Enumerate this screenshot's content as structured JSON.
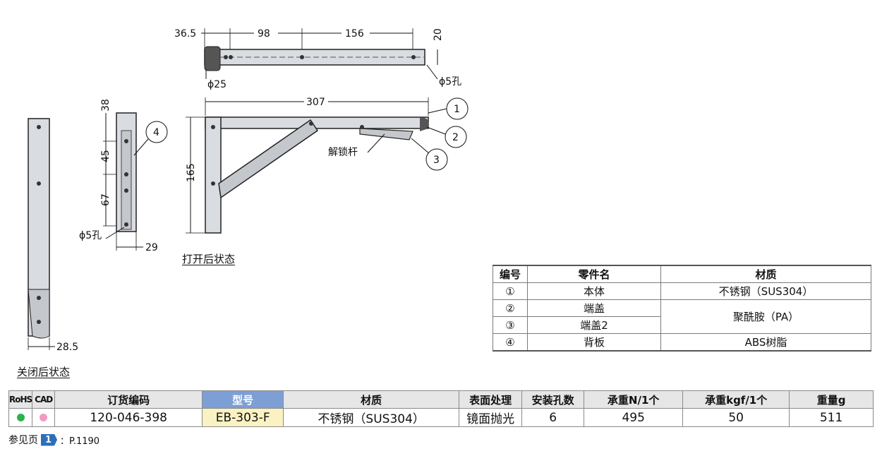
{
  "drawings": {
    "top_view": {
      "dims": {
        "d1": "36.5",
        "d2": "98",
        "d3": "156",
        "d4": "20"
      },
      "notes": {
        "hole_dia": "ϕ25",
        "hole": "ϕ5孔"
      }
    },
    "side_view": {
      "dims": {
        "d38": "38",
        "d45": "45",
        "d67": "67",
        "d29": "29"
      },
      "hole": "ϕ5孔",
      "callout": "4"
    },
    "open_view": {
      "dims": {
        "width": "307",
        "height": "165"
      },
      "callouts": [
        "1",
        "2",
        "3"
      ],
      "label_lock": "解锁杆",
      "caption": "打开后状态"
    },
    "closed_view": {
      "dim_width": "28.5",
      "caption": "关闭后状态"
    }
  },
  "parts_table": {
    "headers": [
      "编号",
      "零件名",
      "材质"
    ],
    "rows": [
      {
        "no": "①",
        "name": "本体",
        "material": "不锈钢（SUS304）"
      },
      {
        "no": "②",
        "name": "端盖",
        "material": "聚酰胺（PA）"
      },
      {
        "no": "③",
        "name": "端盖2"
      },
      {
        "no": "④",
        "name": "背板",
        "material": "ABS树脂"
      }
    ]
  },
  "spec_table": {
    "headers": [
      "RoHS",
      "CAD",
      "订货编码",
      "型号",
      "材质",
      "表面处理",
      "安装孔数",
      "承重N/1个",
      "承重kgf/1个",
      "重量g"
    ],
    "row": {
      "order_code": "120-046-398",
      "model": "EB-303-F",
      "material": "不锈钢（SUS304）",
      "finish": "镜面抛光",
      "holes": "6",
      "load_n": "495",
      "load_kgf": "50",
      "weight": "511"
    },
    "colors": {
      "rohs_dot": "#2bb24c",
      "cad_dot": "#f29ac4",
      "model_header": "#7d9fd6",
      "model_cell": "#fbf2c3"
    }
  },
  "reference": {
    "label": "参见页",
    "badge": "1",
    "page": "：P.1190"
  }
}
